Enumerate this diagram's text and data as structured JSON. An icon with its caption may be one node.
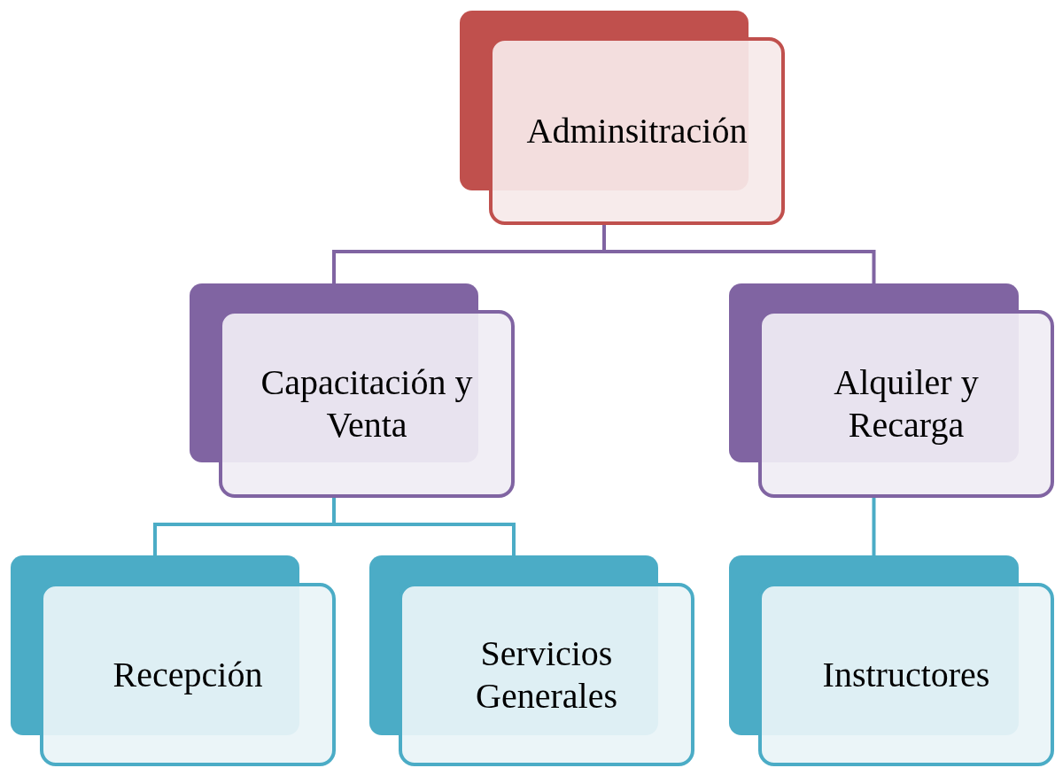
{
  "diagram": {
    "nodes": [
      {
        "text": [
          "Adminsitración"
        ]
      },
      {
        "text": [
          "Capacitación y Venta"
        ]
      },
      {
        "text": [
          "Alquiler y Recarga"
        ]
      },
      {
        "text": [
          "Recepción"
        ]
      },
      {
        "text": [
          "Servicios Generales"
        ]
      },
      {
        "text": [
          "Instructores"
        ]
      }
    ],
    "edges": [
      {
        "from": 0,
        "to": 1,
        "arrow": "none",
        "color": "#8064a2"
      },
      {
        "from": 0,
        "to": 2,
        "arrow": "none",
        "color": "#8064a2"
      },
      {
        "from": 1,
        "to": 3,
        "arrow": "none"
      },
      {
        "from": 1,
        "to": 4,
        "arrow": "none"
      },
      {
        "from": 2,
        "to": 5,
        "arrow": "none"
      }
    ]
  }
}
